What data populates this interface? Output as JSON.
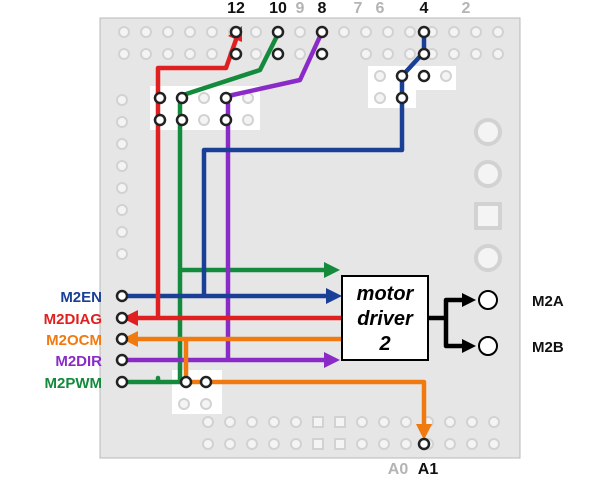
{
  "colors": {
    "board": "#e6e6e6",
    "board_edge": "#b8b8b8",
    "pad_fill": "#f4f4f4",
    "pad_ring": "#d2d2d2",
    "active_pad": "#222222",
    "active_label": "#111111",
    "inactive_label": "#b4b4b4"
  },
  "top_pins": [
    {
      "label": "12",
      "active": true
    },
    {
      "label": "10",
      "active": true
    },
    {
      "label": "9",
      "active": false
    },
    {
      "label": "8",
      "active": true
    },
    {
      "label": "7",
      "active": false
    },
    {
      "label": "6",
      "active": false
    },
    {
      "label": "4",
      "active": true
    },
    {
      "label": "2",
      "active": false
    }
  ],
  "bottom_pins": [
    {
      "label": "A0",
      "active": false
    },
    {
      "label": "A1",
      "active": true
    }
  ],
  "signals": [
    {
      "label": "M2EN",
      "color": "#1a3f96"
    },
    {
      "label": "M2DIAG",
      "color": "#e02020"
    },
    {
      "label": "M2OCM",
      "color": "#f07a10"
    },
    {
      "label": "M2DIR",
      "color": "#8a2bc8"
    },
    {
      "label": "M2PWM",
      "color": "#138a3c"
    }
  ],
  "driver": {
    "line1": "motor",
    "line2": "driver",
    "line3": "2"
  },
  "outputs": [
    {
      "label": "M2A"
    },
    {
      "label": "M2B"
    }
  ]
}
